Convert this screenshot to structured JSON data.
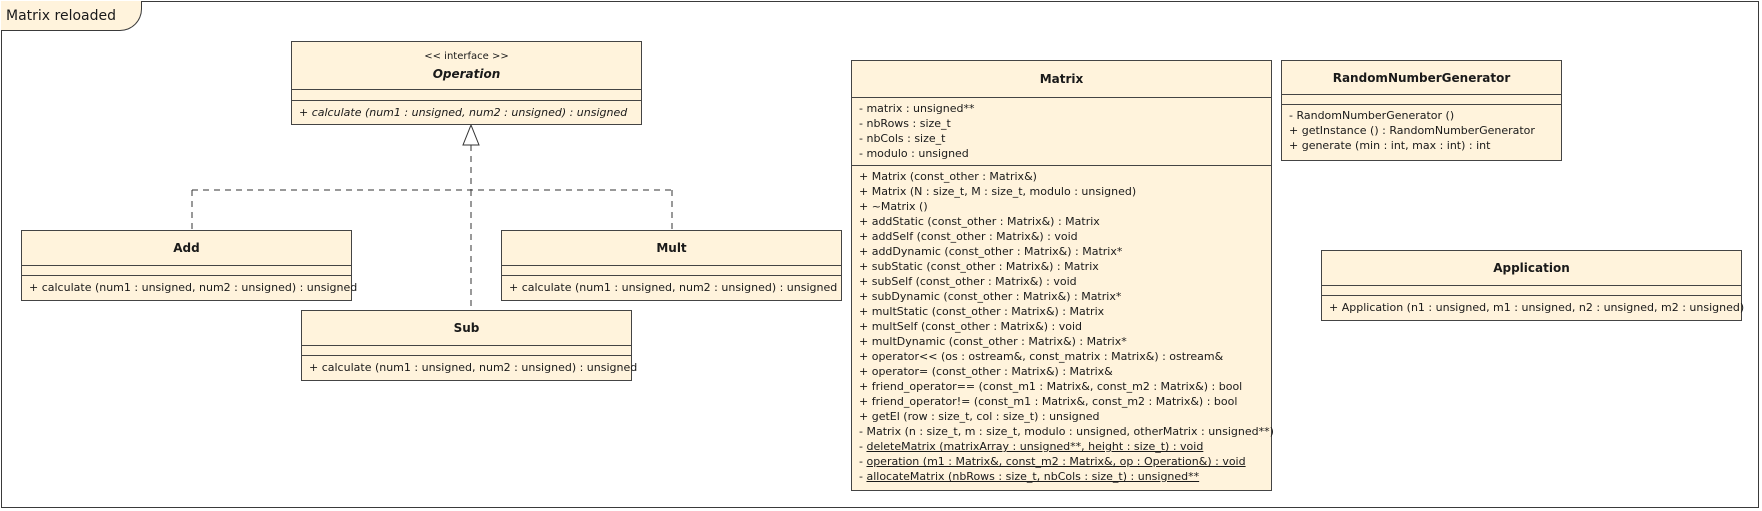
{
  "diagram": {
    "title": "Matrix reloaded",
    "classes": {
      "operation": {
        "stereotype": "<< interface >>",
        "name": "Operation",
        "attributes": [],
        "methods": [
          "+ calculate (num1 : unsigned, num2 : unsigned) : unsigned"
        ]
      },
      "add": {
        "name": "Add",
        "attributes": [],
        "methods": [
          "+ calculate (num1 : unsigned, num2 : unsigned) : unsigned"
        ]
      },
      "mult": {
        "name": "Mult",
        "attributes": [],
        "methods": [
          "+ calculate (num1 : unsigned, num2 : unsigned) : unsigned"
        ]
      },
      "sub": {
        "name": "Sub",
        "attributes": [],
        "methods": [
          "+ calculate (num1 : unsigned, num2 : unsigned) : unsigned"
        ]
      },
      "matrix": {
        "name": "Matrix",
        "attributes": [
          "- matrix : unsigned**",
          "- nbRows : size_t",
          "- nbCols : size_t",
          "- modulo : unsigned"
        ],
        "methods": [
          "+ Matrix (const_other : Matrix&)",
          "+ Matrix (N : size_t, M : size_t, modulo : unsigned)",
          "+ ~Matrix ()",
          "+ addStatic (const_other : Matrix&) : Matrix",
          "+ addSelf (const_other : Matrix&) : void",
          "+ addDynamic (const_other : Matrix&) : Matrix*",
          "+ subStatic (const_other : Matrix&) : Matrix",
          "+ subSelf (const_other : Matrix&) : void",
          "+ subDynamic (const_other : Matrix&) : Matrix*",
          "+ multStatic (const_other : Matrix&) : Matrix",
          "+ multSelf (const_other : Matrix&) : void",
          "+ multDynamic (const_other : Matrix&) : Matrix*",
          "+ operator<< (os : ostream&, const_matrix : Matrix&) : ostream&",
          "+ operator= (const_other : Matrix&) : Matrix&",
          "+ friend_operator== (const_m1 : Matrix&, const_m2 : Matrix&) : bool",
          "+ friend_operator!= (const_m1 : Matrix&, const_m2 : Matrix&) : bool",
          "+ getEl (row : size_t, col : size_t) : unsigned",
          "- Matrix (n : size_t, m : size_t, modulo : unsigned, otherMatrix : unsigned**)"
        ],
        "static_prefix": "- ",
        "static_methods": [
          "deleteMatrix (matrixArray : unsigned**, height : size_t) : void",
          "operation (m1 : Matrix&, const_m2 : Matrix&, op : Operation&) : void",
          "allocateMatrix (nbRows : size_t, nbCols : size_t) : unsigned**"
        ]
      },
      "rng": {
        "name": "RandomNumberGenerator",
        "attributes": [],
        "methods": [
          "- RandomNumberGenerator ()",
          "+ getInstance () : RandomNumberGenerator",
          "+ generate (min : int, max : int) : int"
        ]
      },
      "application": {
        "name": "Application",
        "attributes": [],
        "methods": [
          "+ Application (n1 : unsigned, m1 : unsigned, n2 : unsigned, m2 : unsigned)"
        ]
      }
    },
    "colors": {
      "class_fill": "#fff3dc",
      "border": "#444444",
      "edge": "#333333"
    }
  }
}
